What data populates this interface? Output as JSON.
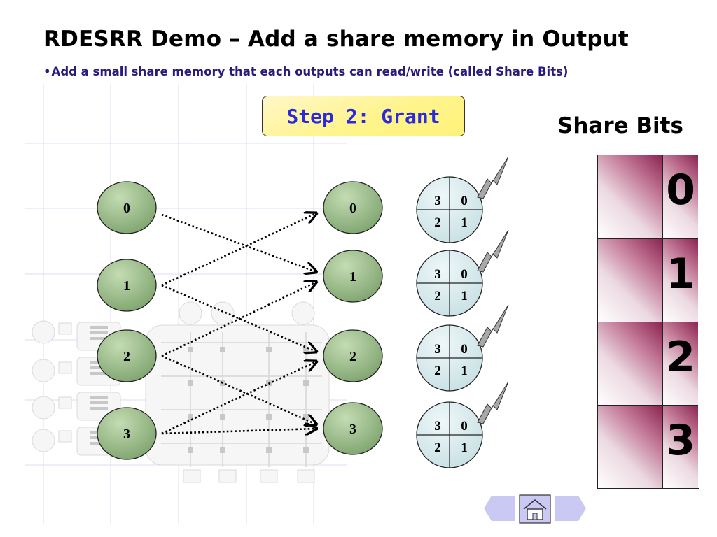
{
  "slide": {
    "title": "RDESRR Demo – Add a share memory in Output",
    "subtitle": "Add a small share memory that each outputs can read/write (called Share Bits)",
    "bullet": "•",
    "step_label": "Step 2: Grant"
  },
  "inputs": [
    {
      "label": "0"
    },
    {
      "label": "1"
    },
    {
      "label": "2"
    },
    {
      "label": "3"
    }
  ],
  "outputs": [
    {
      "label": "0"
    },
    {
      "label": "1"
    },
    {
      "label": "2"
    },
    {
      "label": "3"
    }
  ],
  "arbiters": [
    {
      "tl": "3",
      "tr": "0",
      "bl": "2",
      "br": "1"
    },
    {
      "tl": "3",
      "tr": "0",
      "bl": "2",
      "br": "1"
    },
    {
      "tl": "3",
      "tr": "0",
      "bl": "2",
      "br": "1"
    },
    {
      "tl": "3",
      "tr": "0",
      "bl": "2",
      "br": "1"
    }
  ],
  "connections": [
    {
      "from": 0,
      "to": 1
    },
    {
      "from": 1,
      "to": 0
    },
    {
      "from": 1,
      "to": 2
    },
    {
      "from": 2,
      "to": 1
    },
    {
      "from": 2,
      "to": 3
    },
    {
      "from": 3,
      "to": 2
    },
    {
      "from": 3,
      "to": 3
    }
  ],
  "share_bits": {
    "title": "Share Bits",
    "rows": [
      {
        "label": "0"
      },
      {
        "label": "1"
      },
      {
        "label": "2"
      },
      {
        "label": "3"
      }
    ]
  },
  "colors": {
    "node_fill": "#9bbb8b",
    "node_stroke": "#222222",
    "arbiter_fill": "#d9ebee",
    "pointer_fill": "#a8a8a8",
    "share_accent": "#8c2452",
    "step_text": "#2a2adc",
    "subtitle_text": "#2a1a7a",
    "nav_fill": "#c9c9f4"
  },
  "navigation": {
    "prev": "previous",
    "home": "home",
    "next": "next"
  }
}
